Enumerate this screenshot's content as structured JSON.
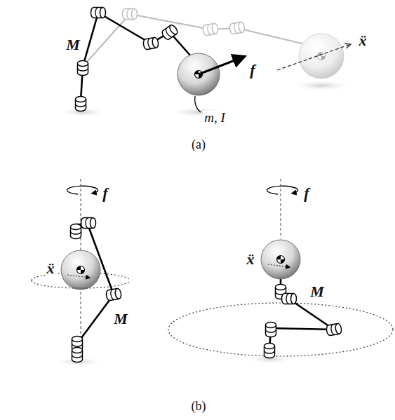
{
  "diagram": {
    "labels": [
      "M",
      "ẍ",
      "f",
      "m, I",
      "(a)",
      "f",
      "ẍ",
      "M",
      "f",
      "ẍ",
      "M",
      "(b)"
    ]
  }
}
